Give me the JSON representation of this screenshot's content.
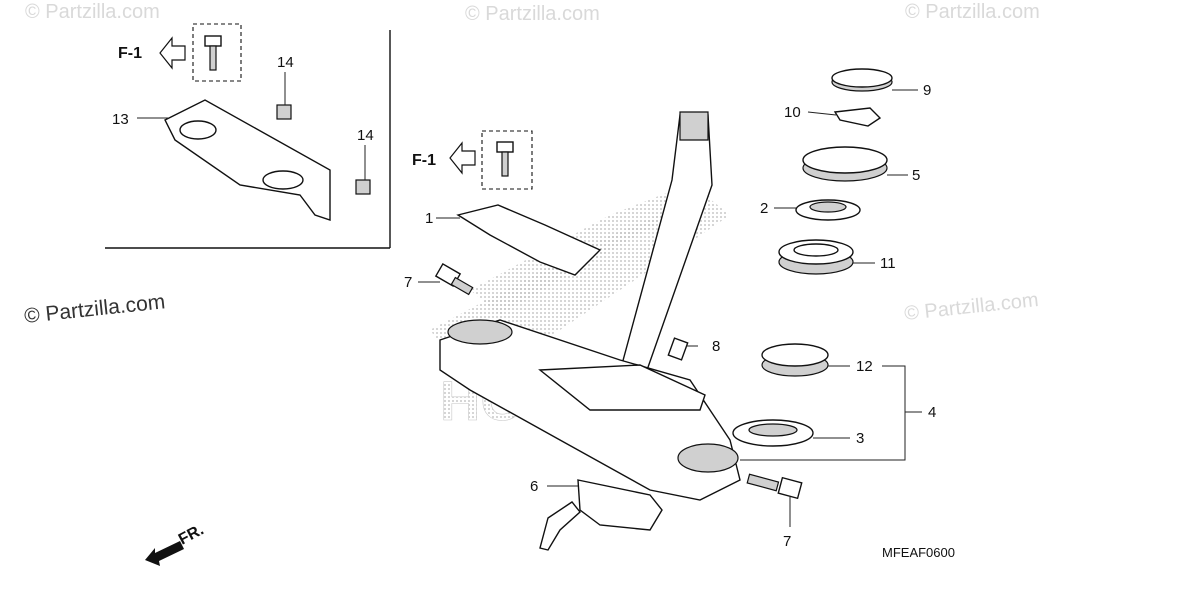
{
  "watermarks": {
    "main": "© Partzilla.com",
    "faint": "© Partzilla.com"
  },
  "diagram": {
    "code": "MFEAF0600",
    "front_label": "FR.",
    "front_ref": "F-1",
    "callouts": [
      "1",
      "2",
      "3",
      "4",
      "5",
      "6",
      "7",
      "8",
      "9",
      "10",
      "11",
      "12",
      "13",
      "14"
    ],
    "honda_logo_text": "HONDA"
  },
  "colors": {
    "line": "#111111",
    "shading": "#d0d0d0",
    "watermark": "#d9d9d9",
    "logo_dots": "#b8b8b8"
  }
}
